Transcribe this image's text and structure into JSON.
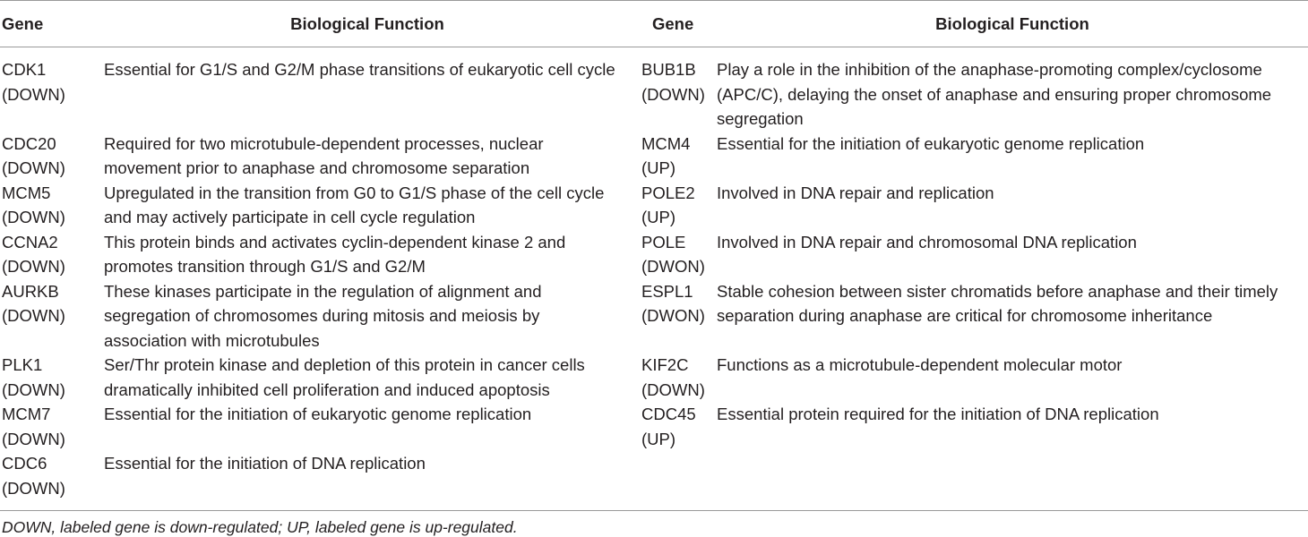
{
  "headers": {
    "gene": "Gene",
    "function": "Biological Function"
  },
  "rows": [
    {
      "left": {
        "gene": "CDK1",
        "reg": "(DOWN)",
        "function": "Essential for G1/S and G2/M phase transitions of eukaryotic cell cycle"
      },
      "right": {
        "gene": "BUB1B",
        "reg": "(DOWN)",
        "function": "Play a role in the inhibition of the anaphase-promoting complex/cyclosome (APC/C), delaying the onset of anaphase and ensuring proper chromosome segregation"
      }
    },
    {
      "left": {
        "gene": "CDC20",
        "reg": "(DOWN)",
        "function": "Required for two microtubule-dependent processes, nuclear movement prior to anaphase and chromosome separation"
      },
      "right": {
        "gene": "MCM4",
        "reg": "(UP)",
        "function": "Essential for the initiation of eukaryotic genome replication"
      }
    },
    {
      "left": {
        "gene": "MCM5",
        "reg": "(DOWN)",
        "function": "Upregulated in the transition from G0 to G1/S phase of the cell cycle and may actively participate in cell cycle regulation"
      },
      "right": {
        "gene": "POLE2",
        "reg": "(UP)",
        "function": "Involved in DNA repair and replication"
      }
    },
    {
      "left": {
        "gene": "CCNA2",
        "reg": "(DOWN)",
        "function": "This protein binds and activates cyclin-dependent kinase 2 and promotes transition through G1/S and G2/M"
      },
      "right": {
        "gene": "POLE",
        "reg": "(DWON)",
        "function": "Involved in DNA repair and chromosomal DNA replication"
      }
    },
    {
      "left": {
        "gene": "AURKB",
        "reg": "(DOWN)",
        "function": "These kinases participate in the regulation of alignment and segregation of chromosomes during mitosis and meiosis by association with microtubules"
      },
      "right": {
        "gene": "ESPL1",
        "reg": "(DWON)",
        "function": "Stable cohesion between sister chromatids before anaphase and their timely separation during anaphase are critical for chromosome inheritance"
      }
    },
    {
      "left": {
        "gene": "PLK1",
        "reg": "(DOWN)",
        "function": "Ser/Thr protein kinase and depletion of this protein in cancer cells dramatically inhibited cell proliferation and induced apoptosis"
      },
      "right": {
        "gene": "KIF2C",
        "reg": "(DOWN)",
        "function": "Functions as a microtubule-dependent molecular motor"
      }
    },
    {
      "left": {
        "gene": "MCM7",
        "reg": "(DOWN)",
        "function": "Essential for the initiation of eukaryotic genome replication"
      },
      "right": {
        "gene": "CDC45",
        "reg": "(UP)",
        "function": "Essential protein required for the initiation of DNA replication"
      }
    },
    {
      "left": {
        "gene": "CDC6",
        "reg": "(DOWN)",
        "function": "Essential for the initiation of DNA replication"
      },
      "right": {
        "gene": "",
        "reg": "",
        "function": ""
      }
    }
  ],
  "footnote": "DOWN, labeled gene is down-regulated; UP, labeled gene is up-regulated."
}
